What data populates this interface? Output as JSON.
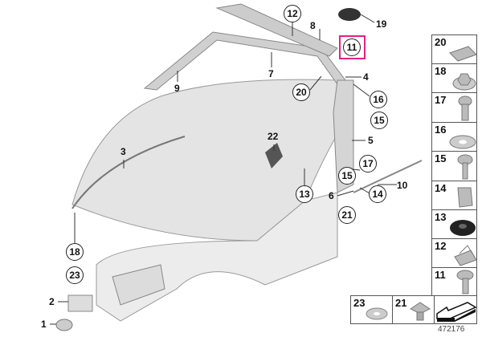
{
  "diagram_id": "472176",
  "highlighted_part": "11",
  "callouts": {
    "c12": "12",
    "c8": "8",
    "c19": "19",
    "c11": "11",
    "c9": "9",
    "c7": "7",
    "c20": "20",
    "c4": "4",
    "c16": "16",
    "c15a": "15",
    "c5": "5",
    "c3": "3",
    "c22": "22",
    "c17": "17",
    "c10": "10",
    "c15b": "15",
    "c6": "6",
    "c14": "14",
    "c13": "13",
    "c21": "21",
    "c18": "18",
    "c23": "23",
    "c2": "2",
    "c1": "1"
  },
  "parts_column": [
    "20",
    "18",
    "17",
    "16",
    "15",
    "14",
    "13",
    "12",
    "11"
  ],
  "parts_bottom_row": [
    "23",
    "21"
  ],
  "colors": {
    "highlight": "#e0218a",
    "part_grey": "#c8c8c8",
    "body_grey": "#e2e2e2"
  }
}
